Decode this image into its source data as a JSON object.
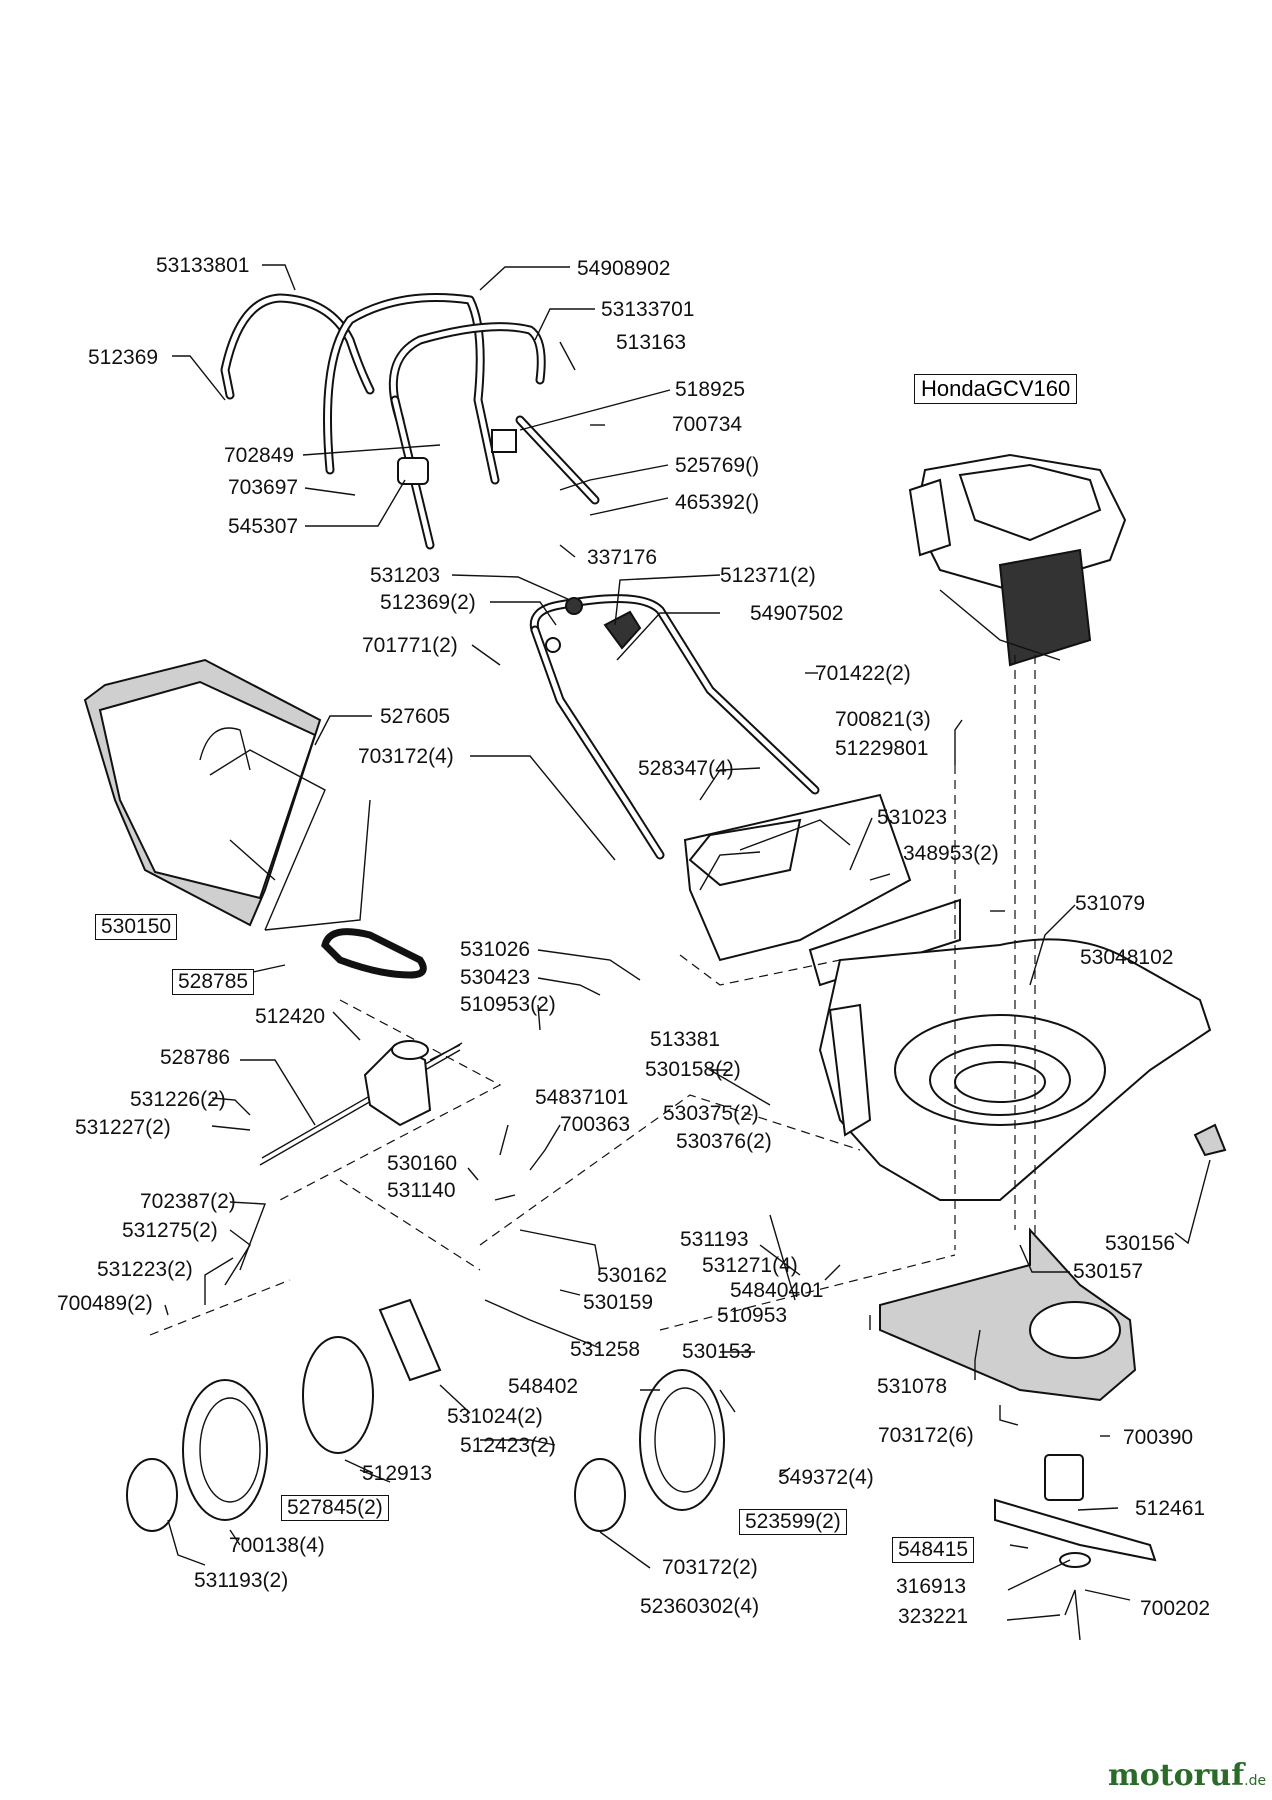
{
  "engine_label": "HondaGCV160",
  "watermark": {
    "name": "motoruf",
    "domain": ".de"
  },
  "labels": [
    "53133801",
    "54908902",
    "53133701",
    "512369",
    "513163",
    "518925",
    "700734",
    "702849",
    "703697",
    "525769()",
    "465392()",
    "545307",
    "337176",
    "531203",
    "512371(2)",
    "512369(2)",
    "54907502",
    "701771(2)",
    "701422(2)",
    "527605",
    "700821(3)",
    "51229801",
    "703172(4)",
    "528347(4)",
    "531023",
    "348953(2)",
    "530150",
    "531079",
    "53048102",
    "528785",
    "531026",
    "530423",
    "510953(2)",
    "512420",
    "513381",
    "528786",
    "530158(2)",
    "54837101",
    "700363",
    "530375(2)",
    "531226(2)",
    "530376(2)",
    "531227(2)",
    "530160",
    "531140",
    "702387(2)",
    "531275(2)",
    "531193",
    "531223(2)",
    "531271(4)",
    "54840401",
    "530162",
    "700489(2)",
    "530159",
    "510953",
    "530156",
    "530157",
    "531258",
    "530153",
    "531078",
    "548402",
    "531024(2)",
    "703172(6)",
    "700390",
    "512423(2)",
    "549372(4)",
    "512913",
    "527845(2)",
    "512461",
    "523599(2)",
    "548415",
    "700138(4)",
    "703172(2)",
    "316913",
    "700202",
    "531193(2)",
    "323221",
    "52360302(4)"
  ]
}
